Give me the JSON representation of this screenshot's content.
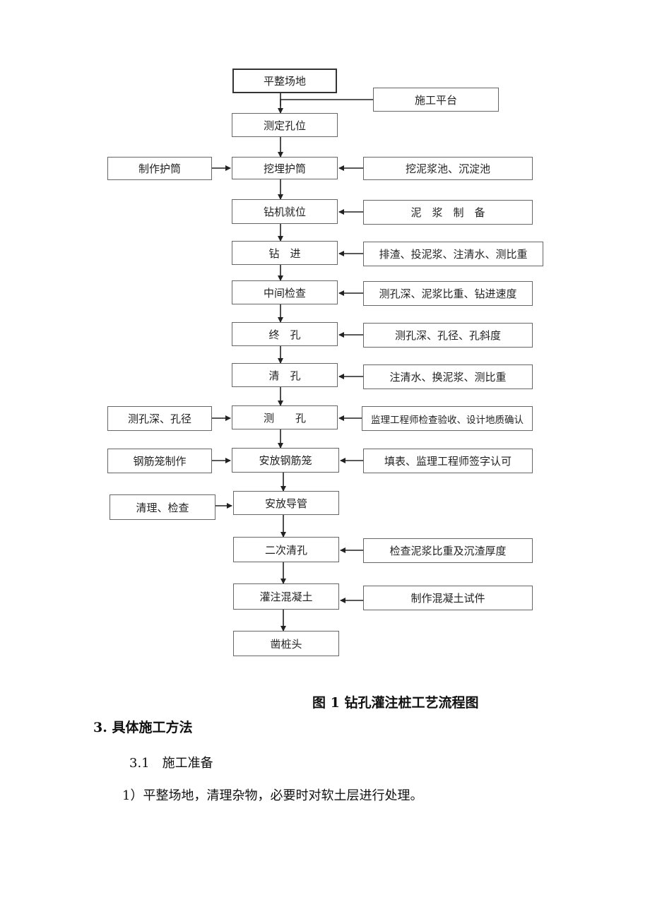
{
  "flow": {
    "main": [
      "平整场地",
      "测定孔位",
      "挖埋护筒",
      "钻机就位",
      "钻　进",
      "中间检查",
      "终　孔",
      "清　孔",
      "测　　孔",
      "安放钢筋笼",
      "安放导管",
      "二次清孔",
      "灌注混凝土",
      "凿桩头"
    ],
    "right": [
      "施工平台",
      "挖泥浆池、沉淀池",
      "泥　浆　制　备",
      "排渣、投泥浆、注清水、测比重",
      "测孔深、泥浆比重、钻进速度",
      "测孔深、孔径、孔斜度",
      "注清水、换泥浆、测比重",
      "监理工程师检查验收、设计地质确认",
      "填表、监理工程师签字认可",
      "检查泥浆比重及沉渣厚度",
      "制作混凝土试件"
    ],
    "left": [
      "制作护筒",
      "测孔深、孔径",
      "钢筋笼制作",
      "清理、检查"
    ]
  },
  "caption": "图 1 钻孔灌注桩工艺流程图",
  "section": {
    "heading": "3. 具体施工方法",
    "subheading": "3.1　施工准备",
    "paragraph": "1）平整场地，清理杂物，必要时对软土层进行处理。"
  }
}
